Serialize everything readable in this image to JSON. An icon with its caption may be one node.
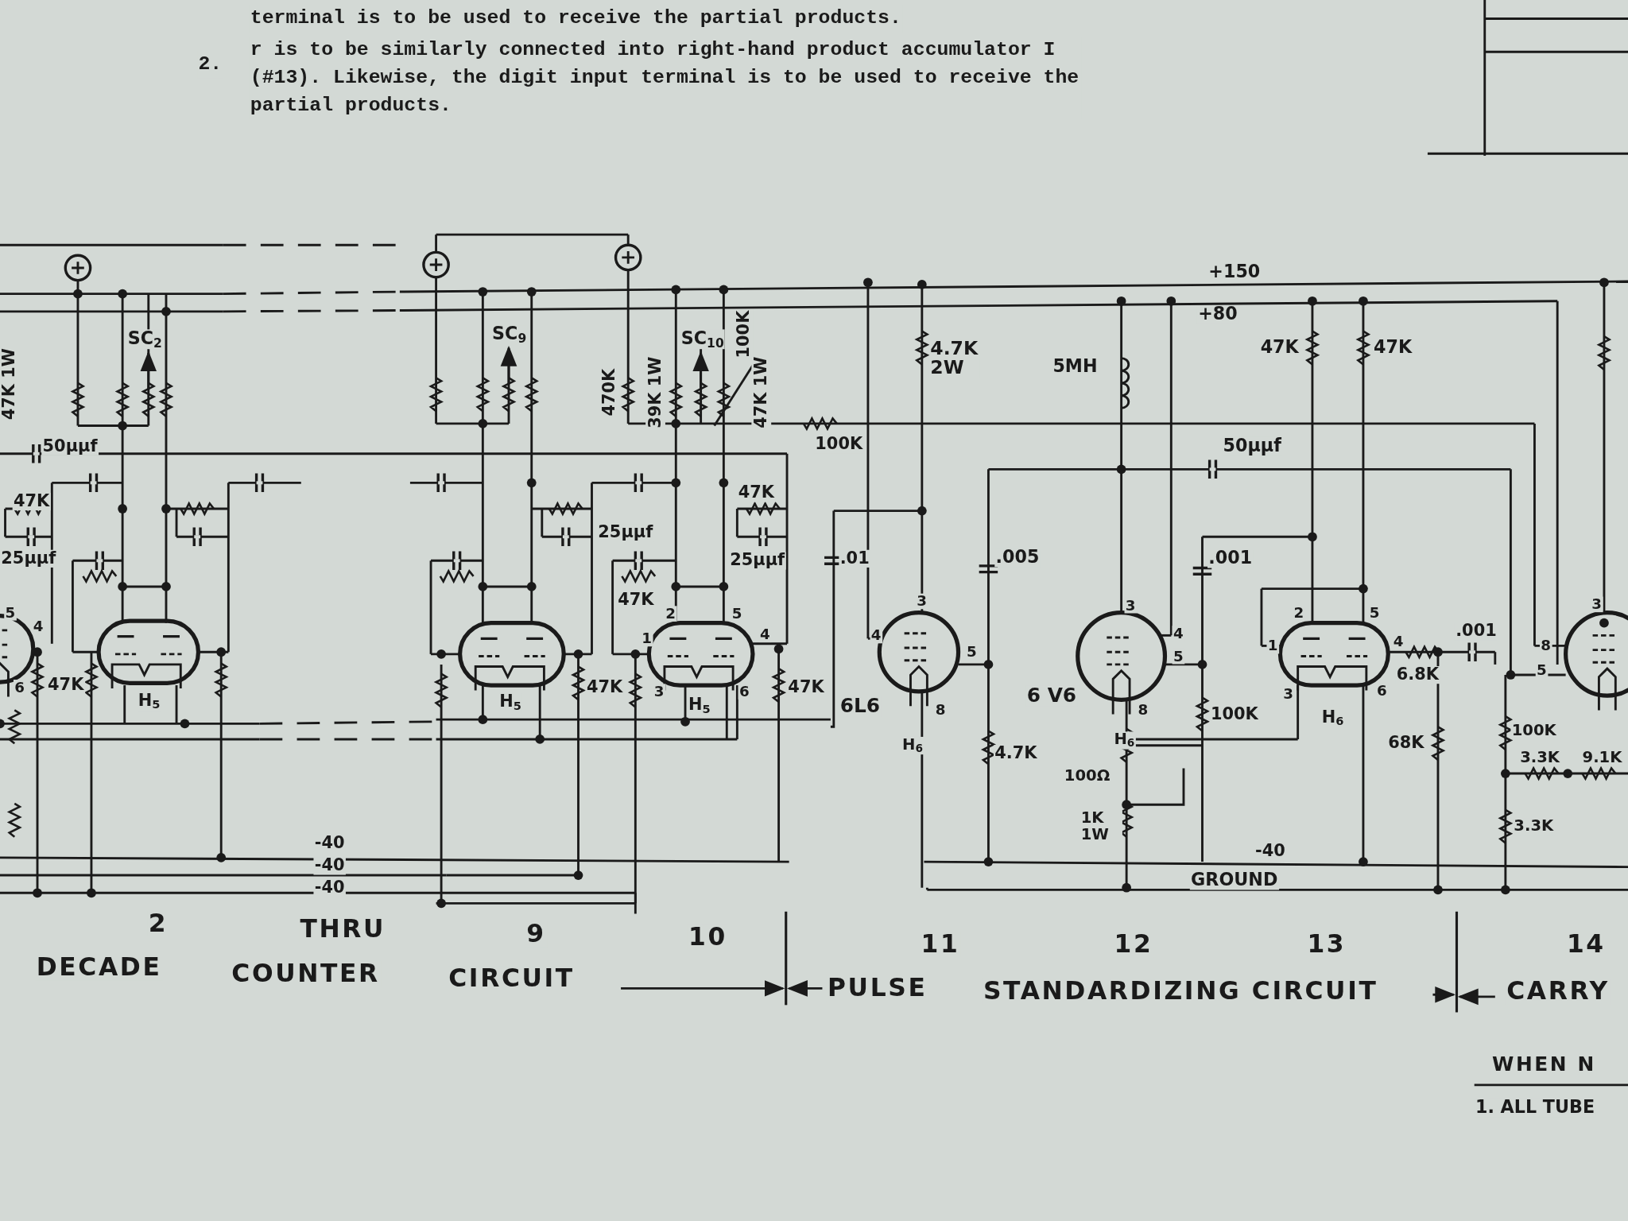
{
  "diagram": {
    "labels": [
      "terminal is to be used to receive the partial products.",
      "2.",
      "r is to be similarly connected into right-hand product accumulator I (#13). Likewise, the digit input terminal is to be used to receive the partial products.",
      "47K 1W",
      "SC$_{2}$",
      "50μμf",
      "47K",
      "25μμf",
      "5",
      "4",
      "6",
      "47K",
      "H$_{5}$",
      "SC$_{9}$",
      "470K",
      "39K 1W",
      "SC$_{10}$",
      "100K",
      "47K 1W",
      "25μμf",
      "47K",
      "25μμf",
      "47K",
      "2",
      "5",
      "1",
      "4",
      "H$_{5}$",
      "47K",
      "3",
      "H$_{5}$",
      "6",
      "47K",
      "100K",
      "4.7K 2W",
      ".01",
      "3",
      "4",
      "5",
      "8",
      "6L6",
      "H$_{6}$",
      ".005",
      "4.7K",
      "+150",
      "+80",
      "5MH",
      "50μμf",
      ".001",
      "3",
      "4",
      "5",
      "8",
      "6 V6",
      "H$_{6}$",
      "100K",
      "100Ω",
      "1K 1W",
      "47K",
      "47K",
      "2",
      "5",
      "1",
      "4",
      "3",
      "6",
      "H$_{6}$",
      ".001",
      "6.8K",
      "68K",
      "8",
      "5",
      "3",
      "100K",
      "3.3K",
      "9.1K",
      "3.3K",
      "-40",
      "-40",
      "-40",
      "-40",
      "GROUND",
      "2",
      "THRU",
      "9",
      "10",
      "11",
      "12",
      "13",
      "14",
      "DECADE",
      "COUNTER",
      "CIRCUIT",
      "PULSE",
      "STANDARDIZING CIRCUIT",
      "CARRY",
      "WHEN N",
      "1. ALL TUBE"
    ]
  }
}
